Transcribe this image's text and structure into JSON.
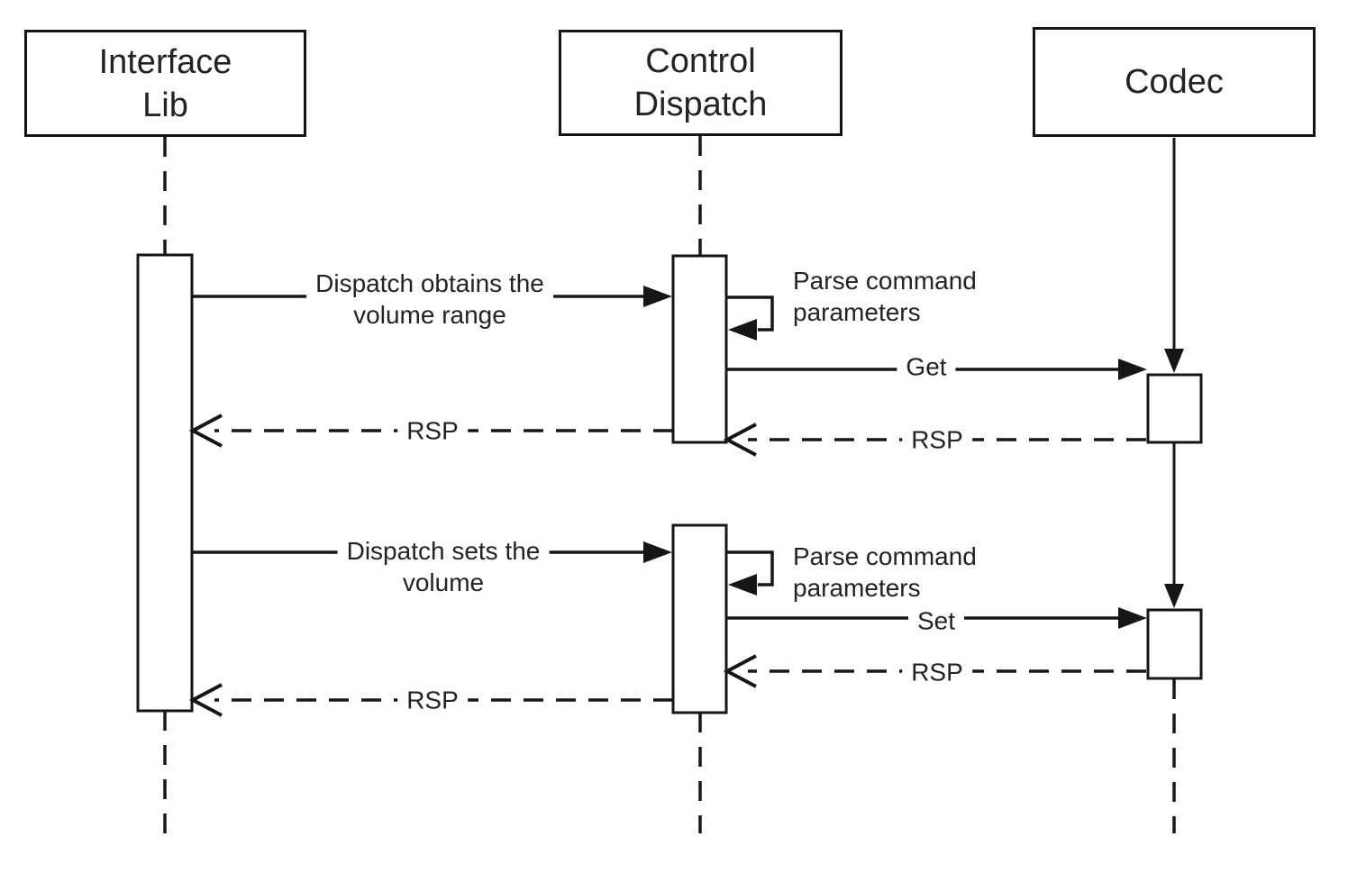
{
  "diagram": {
    "type": "uml-sequence-diagram",
    "colors": {
      "background": "#ffffff",
      "stroke": "#161616",
      "text": "#232323"
    },
    "actors": [
      {
        "id": "interface_lib",
        "label": "Interface\nLib"
      },
      {
        "id": "control_dispatch",
        "label": "Control\nDispatch"
      },
      {
        "id": "codec",
        "label": "Codec"
      }
    ],
    "messages": [
      {
        "label": "Dispatch obtains the\nvolume range",
        "from": "interface_lib",
        "to": "control_dispatch",
        "style": "solid-arrow"
      },
      {
        "label": "Parse command\nparameters",
        "from": "control_dispatch",
        "to": "control_dispatch",
        "style": "self-loop"
      },
      {
        "label": "Get",
        "from": "control_dispatch",
        "to": "codec",
        "style": "solid-arrow"
      },
      {
        "label": "RSP",
        "from": "codec",
        "to": "control_dispatch",
        "style": "dashed-return"
      },
      {
        "label": "RSP",
        "from": "control_dispatch",
        "to": "interface_lib",
        "style": "dashed-return"
      },
      {
        "label": "Dispatch sets the\nvolume",
        "from": "interface_lib",
        "to": "control_dispatch",
        "style": "solid-arrow"
      },
      {
        "label": "Parse command\nparameters",
        "from": "control_dispatch",
        "to": "control_dispatch",
        "style": "self-loop"
      },
      {
        "label": "Set",
        "from": "control_dispatch",
        "to": "codec",
        "style": "solid-arrow"
      },
      {
        "label": "RSP",
        "from": "codec",
        "to": "control_dispatch",
        "style": "dashed-return"
      },
      {
        "label": "RSP",
        "from": "control_dispatch",
        "to": "interface_lib",
        "style": "dashed-return"
      }
    ]
  }
}
